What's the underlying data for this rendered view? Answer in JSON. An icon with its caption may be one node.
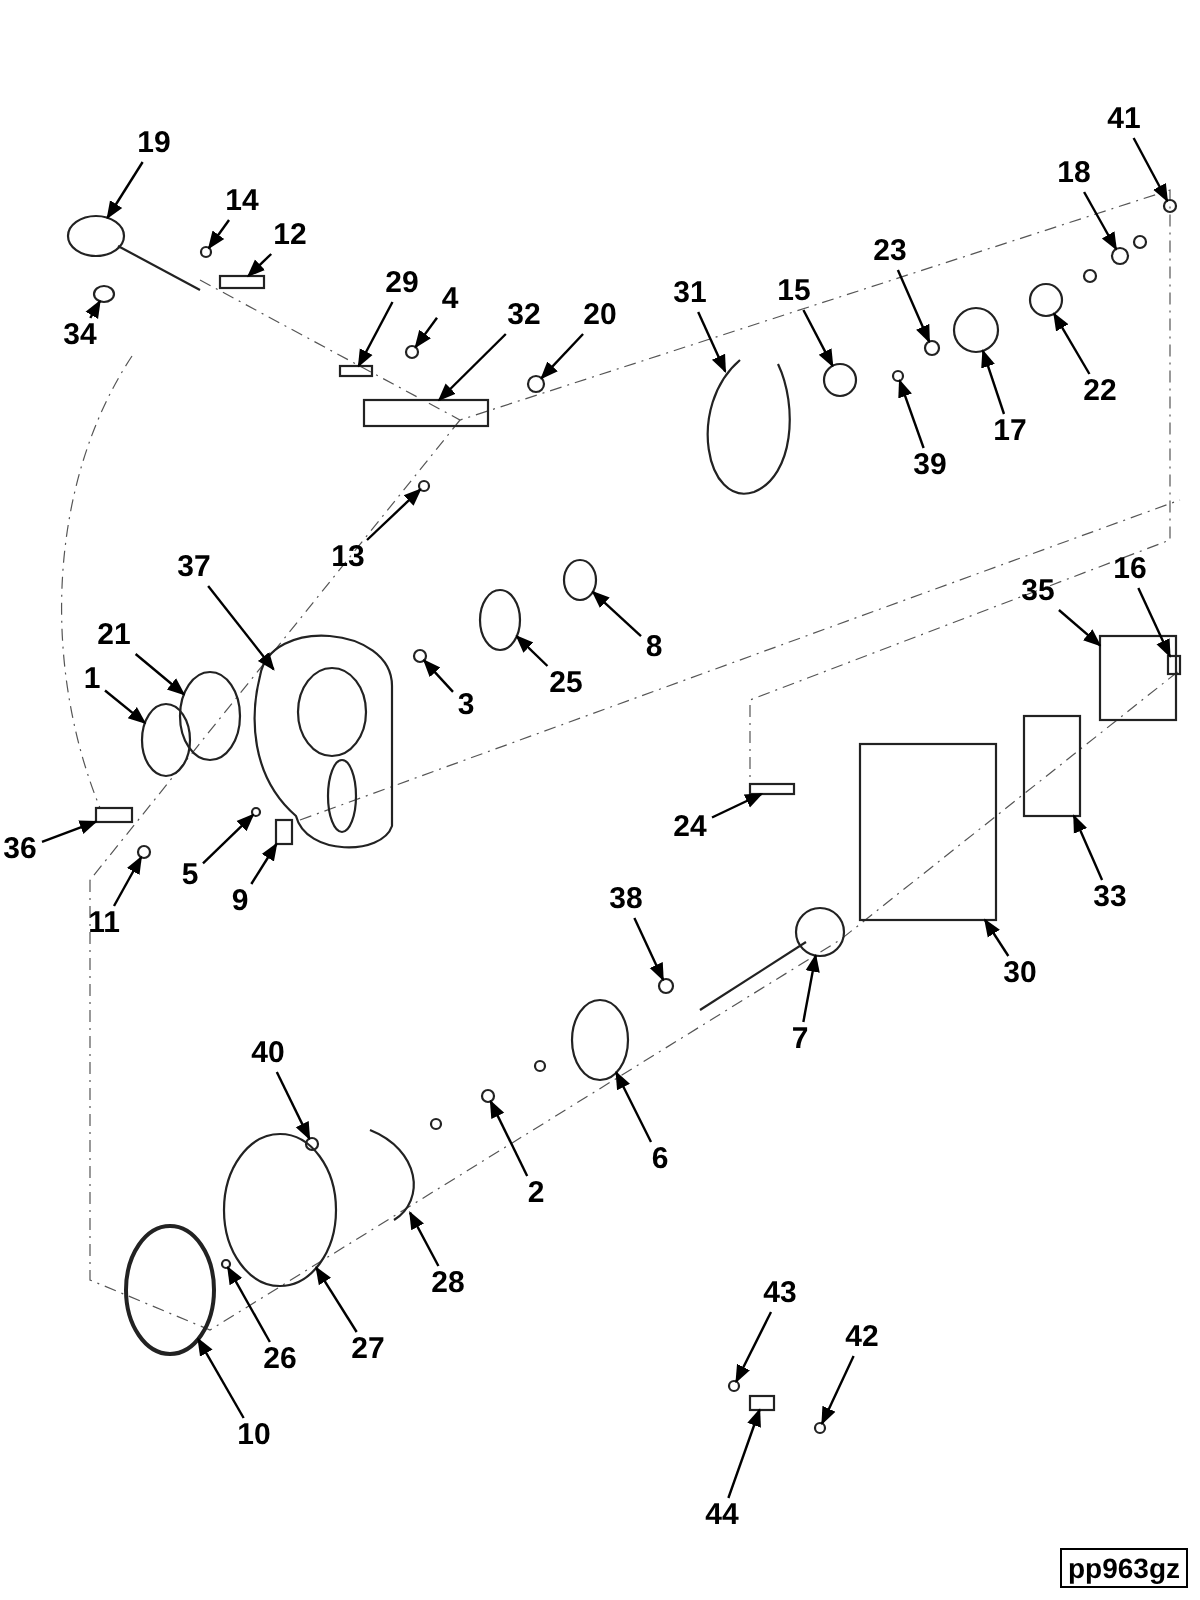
{
  "diagram": {
    "nodes": [
      {
        "text": [
          "41"
        ]
      },
      {
        "text": [
          "19"
        ]
      },
      {
        "text": [
          "18"
        ]
      },
      {
        "text": [
          "14"
        ]
      },
      {
        "text": [
          "12"
        ]
      },
      {
        "text": [
          "23"
        ]
      },
      {
        "text": [
          "29"
        ]
      },
      {
        "text": [
          "31"
        ]
      },
      {
        "text": [
          "15"
        ]
      },
      {
        "text": [
          "4"
        ]
      },
      {
        "text": [
          "32"
        ]
      },
      {
        "text": [
          "20"
        ]
      },
      {
        "text": [
          "34"
        ]
      },
      {
        "text": [
          "22"
        ]
      },
      {
        "text": [
          "17"
        ]
      },
      {
        "text": [
          "39"
        ]
      },
      {
        "text": [
          "13"
        ]
      },
      {
        "text": [
          "37"
        ]
      },
      {
        "text": [
          "16"
        ]
      },
      {
        "text": [
          "35"
        ]
      },
      {
        "text": [
          "21"
        ]
      },
      {
        "text": [
          "8"
        ]
      },
      {
        "text": [
          "1"
        ]
      },
      {
        "text": [
          "25"
        ]
      },
      {
        "text": [
          "3"
        ]
      },
      {
        "text": [
          "24"
        ]
      },
      {
        "text": [
          "36"
        ]
      },
      {
        "text": [
          "5"
        ]
      },
      {
        "text": [
          "38"
        ]
      },
      {
        "text": [
          "33"
        ]
      },
      {
        "text": [
          "9"
        ]
      },
      {
        "text": [
          "11"
        ]
      },
      {
        "text": [
          "30"
        ]
      },
      {
        "text": [
          "7"
        ]
      },
      {
        "text": [
          "40"
        ]
      },
      {
        "text": [
          "6"
        ]
      },
      {
        "text": [
          "2"
        ]
      },
      {
        "text": [
          "28"
        ]
      },
      {
        "text": [
          "43"
        ]
      },
      {
        "text": [
          "42"
        ]
      },
      {
        "text": [
          "27"
        ]
      },
      {
        "text": [
          "26"
        ]
      },
      {
        "text": [
          "10"
        ]
      },
      {
        "text": [
          "44"
        ]
      },
      {
        "text": [],
        "shape": "circle"
      },
      {
        "text": [],
        "shape": "picture"
      },
      {
        "text": [],
        "shape": "circle"
      },
      {
        "text": [],
        "shape": "circle"
      },
      {
        "text": [],
        "shape": "box"
      },
      {
        "text": [],
        "shape": "circle"
      },
      {
        "text": [],
        "shape": "box"
      },
      {
        "text": [],
        "shape": "picture"
      },
      {
        "text": [],
        "shape": "circle"
      },
      {
        "text": [],
        "shape": "circle"
      },
      {
        "text": [],
        "shape": "box"
      },
      {
        "text": [],
        "shape": "circle"
      },
      {
        "text": [],
        "shape": "circle"
      },
      {
        "text": [],
        "shape": "circle"
      },
      {
        "text": [],
        "shape": "circle"
      },
      {
        "text": [],
        "shape": "circle"
      },
      {
        "text": [],
        "shape": "circle"
      },
      {
        "text": [],
        "shape": "picture"
      },
      {
        "text": [],
        "shape": "box"
      },
      {
        "text": [],
        "shape": "box"
      },
      {
        "text": [],
        "shape": "circle"
      },
      {
        "text": [],
        "shape": "circle"
      },
      {
        "text": [],
        "shape": "circle"
      },
      {
        "text": [],
        "shape": "circle"
      },
      {
        "text": [],
        "shape": "circle"
      },
      {
        "text": [],
        "shape": "box"
      },
      {
        "text": [],
        "shape": "box"
      },
      {
        "text": [],
        "shape": "circle"
      },
      {
        "text": [],
        "shape": "circle"
      },
      {
        "text": [],
        "shape": "box"
      },
      {
        "text": [],
        "shape": "box"
      },
      {
        "text": [],
        "shape": "circle"
      },
      {
        "text": [],
        "shape": "box"
      },
      {
        "text": [],
        "shape": "picture"
      },
      {
        "text": [],
        "shape": "circle"
      },
      {
        "text": [],
        "shape": "circle"
      },
      {
        "text": [],
        "shape": "circle"
      },
      {
        "text": [],
        "shape": "picture"
      },
      {
        "text": [],
        "shape": "circle"
      },
      {
        "text": [],
        "shape": "circle"
      },
      {
        "text": [],
        "shape": "circle"
      },
      {
        "text": [],
        "shape": "circle"
      },
      {
        "text": [],
        "shape": "circle"
      },
      {
        "text": [],
        "shape": "box"
      }
    ],
    "edges": [
      {
        "from": 0,
        "to": 44,
        "arrow": "to"
      },
      {
        "from": 1,
        "to": 45,
        "arrow": "to"
      },
      {
        "from": 2,
        "to": 46,
        "arrow": "to"
      },
      {
        "from": 3,
        "to": 47,
        "arrow": "to"
      },
      {
        "from": 4,
        "to": 48,
        "arrow": "to"
      },
      {
        "from": 5,
        "to": 49,
        "arrow": "to"
      },
      {
        "from": 6,
        "to": 50,
        "arrow": "to"
      },
      {
        "from": 7,
        "to": 51,
        "arrow": "to"
      },
      {
        "from": 8,
        "to": 52,
        "arrow": "to"
      },
      {
        "from": 9,
        "to": 53,
        "arrow": "to"
      },
      {
        "from": 10,
        "to": 54,
        "arrow": "to"
      },
      {
        "from": 11,
        "to": 55,
        "arrow": "to"
      },
      {
        "from": 12,
        "to": 56,
        "arrow": "to"
      },
      {
        "from": 13,
        "to": 57,
        "arrow": "to"
      },
      {
        "from": 14,
        "to": 58,
        "arrow": "to"
      },
      {
        "from": 15,
        "to": 59,
        "arrow": "to"
      },
      {
        "from": 16,
        "to": 60,
        "arrow": "to"
      },
      {
        "from": 17,
        "to": 61,
        "arrow": "to"
      },
      {
        "from": 18,
        "to": 62,
        "arrow": "to"
      },
      {
        "from": 19,
        "to": 63,
        "arrow": "to"
      },
      {
        "from": 20,
        "to": 64,
        "arrow": "to"
      },
      {
        "from": 21,
        "to": 65,
        "arrow": "to"
      },
      {
        "from": 22,
        "to": 66,
        "arrow": "to"
      },
      {
        "from": 23,
        "to": 67,
        "arrow": "to"
      },
      {
        "from": 24,
        "to": 68,
        "arrow": "to"
      },
      {
        "from": 25,
        "to": 69,
        "arrow": "to"
      },
      {
        "from": 26,
        "to": 70,
        "arrow": "to"
      },
      {
        "from": 27,
        "to": 71,
        "arrow": "to"
      },
      {
        "from": 28,
        "to": 72,
        "arrow": "to"
      },
      {
        "from": 29,
        "to": 73,
        "arrow": "to"
      },
      {
        "from": 30,
        "to": 74,
        "arrow": "to"
      },
      {
        "from": 31,
        "to": 75,
        "arrow": "to"
      },
      {
        "from": 32,
        "to": 76,
        "arrow": "to"
      },
      {
        "from": 33,
        "to": 77,
        "arrow": "to"
      },
      {
        "from": 34,
        "to": 78,
        "arrow": "to"
      },
      {
        "from": 35,
        "to": 79,
        "arrow": "to"
      },
      {
        "from": 36,
        "to": 80,
        "arrow": "to"
      },
      {
        "from": 37,
        "to": 81,
        "arrow": "to"
      },
      {
        "from": 38,
        "to": 82,
        "arrow": "to"
      },
      {
        "from": 39,
        "to": 83,
        "arrow": "to"
      },
      {
        "from": 40,
        "to": 84,
        "arrow": "to"
      },
      {
        "from": 41,
        "to": 85,
        "arrow": "to"
      },
      {
        "from": 42,
        "to": 86,
        "arrow": "to"
      },
      {
        "from": 43,
        "to": 87,
        "arrow": "to"
      }
    ],
    "labels": [
      "pp963gz"
    ]
  }
}
